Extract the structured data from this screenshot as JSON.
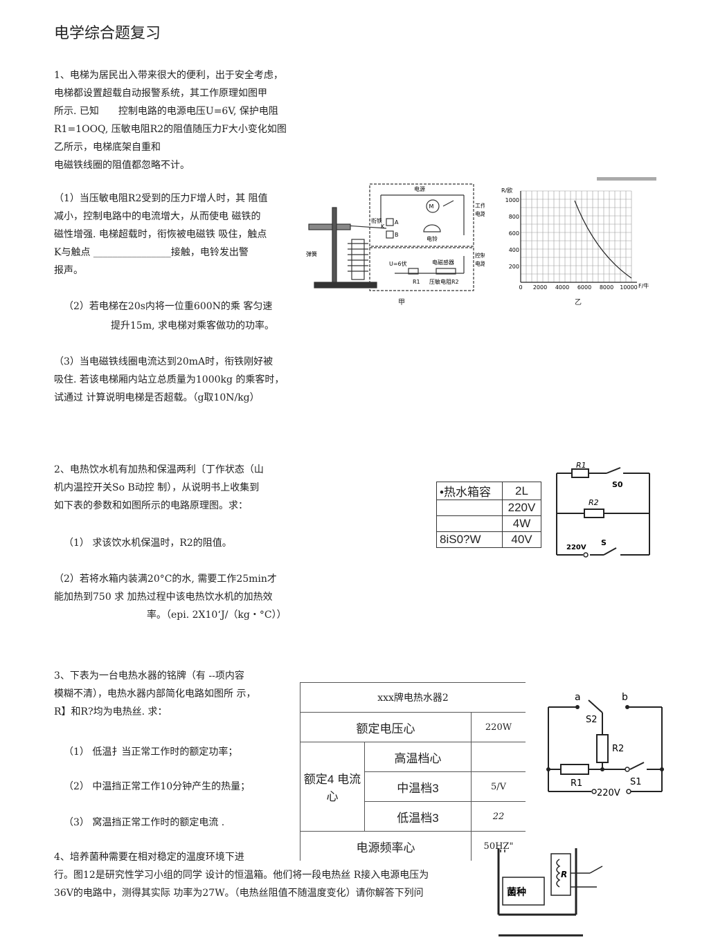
{
  "title": "电学综合题复习",
  "q1": {
    "lines": [
      "1、电梯为居民出入带来很大的便利，出于安全考虑，",
      "电梯都设置超载自动报警系统，其工作原理如图甲",
      "所示. 已知　　控制电路的电源电压U=6V, 保护电阻",
      "R1=1OOQ, 压敏电阻R2的阻值随压力F大小变化如图",
      "乙所示，电梯底架自重和",
      "电磁铁线圈的阻值都忽略不计。"
    ],
    "sub1": [
      "（1）当压敏电阻R2受到的压力F增人时，其  阻值",
      "减小，控制电路中的电流增大，从而使电   磁铁的",
      "磁性增强. 电梯超载时，衔恢被电磁铁  吸住，触点",
      "K与触点 ________________接触，电铃发出警",
      "报声。"
    ],
    "sub2": [
      "（2）若电梯在20s内将一位重600N的乘  客匀速",
      "提升15m, 求电梯对乘客做功的功率。"
    ],
    "sub3": [
      "（3）当电磁铁线圈电流达到20mA时，衔铁刚好被",
      "吸住. 若该电梯厢内站立总质量为1000kg 的乘客时，",
      "试通过  计算说明电梯是否超载。（g取10N/kg）"
    ],
    "fig_a_caption": "甲",
    "fig_b_caption": "乙",
    "fig_a_labels": {
      "top": "电源",
      "work1": "工作",
      "work2": "电路",
      "ctrl1": "控制",
      "ctrl2": "电路",
      "armature": "衔铁",
      "bell": "电铃",
      "spring": "弹簧",
      "u": "U=6伏",
      "coil": "电磁感器",
      "r1": "R1",
      "r2": "压敏电阻R2",
      "a": "A",
      "b": "B",
      "k": "K",
      "m": "M"
    },
    "graph": {
      "ylabel": "R/欧",
      "xlabel": "F/牛",
      "yticks": [
        "1000",
        "800",
        "600",
        "400",
        "200"
      ],
      "xticks": [
        "0",
        "2000",
        "4000",
        "6000",
        "8000",
        "10000"
      ]
    }
  },
  "q2": {
    "lines": [
      "2、电热饮水机有加热和保温两利〔丁作状态（山",
      "机内温控开关So B动控  制），从说明书上收集到",
      "如下表的参数和如图所示的电路原理图。求："
    ],
    "sub1": "（1）   求该饮水机保温时，R2的阻值。",
    "sub2": [
      "（2）若将水箱内装满20°C的水, 需要工作25min才",
      "能加热到750 求  加热过程中该电热饮水机的加热效",
      "率。（epi. 2X10‘J/（kg・°C））"
    ],
    "table": [
      [
        "•热水箱容",
        "2L"
      ],
      [
        "",
        "220V"
      ],
      [
        "",
        "4W"
      ],
      [
        "8iS0?W",
        "40V"
      ]
    ],
    "circuit": {
      "r1": "R1",
      "r2": "R2",
      "s0": "S0",
      "s": "S",
      "v": "220V"
    }
  },
  "q3": {
    "lines": [
      "3、下表为一台电热水器的铭牌（有 --项内容",
      "模糊不清），电热水器内部简化电路如图所  示，",
      "R】和R?均为电热丝. 求："
    ],
    "subs": [
      "（1）   低温扌当正常工作时的额定功率；",
      "（2）   中温挡正常工作10分钟产生的热量；",
      "（3）   窝温挡正常工作时的额定电流 ."
    ],
    "table": {
      "header": "xxx牌电热水器2",
      "rated_voltage": "额定电压心",
      "rated_voltage_val": "220W",
      "rated_current": "额定4 电流心",
      "high": "高温档心",
      "high_val": "",
      "mid": "中温档3",
      "mid_val": "5/V",
      "low": "低温档3",
      "low_val": "22",
      "freq": "电源频率心",
      "freq_val": "50HZ\""
    },
    "circuit": {
      "a": "a",
      "b": "b",
      "s2": "S2",
      "r2": "R2",
      "r1": "R1",
      "s1": "S1",
      "v": "220V"
    }
  },
  "q4": {
    "lines": [
      "4、培养菌种需要在相对稳定的温度环境下进",
      "行。图12是研究性学习小组的同学  设计的恒温箱。他们将一段电热丝 R接入电源电压为",
      "36V的电路中，测得其实际  功率为27W。（电热丝阻值不随温度变化）请你解答下列问"
    ],
    "fig": {
      "label": "菌种",
      "r": "R"
    }
  }
}
